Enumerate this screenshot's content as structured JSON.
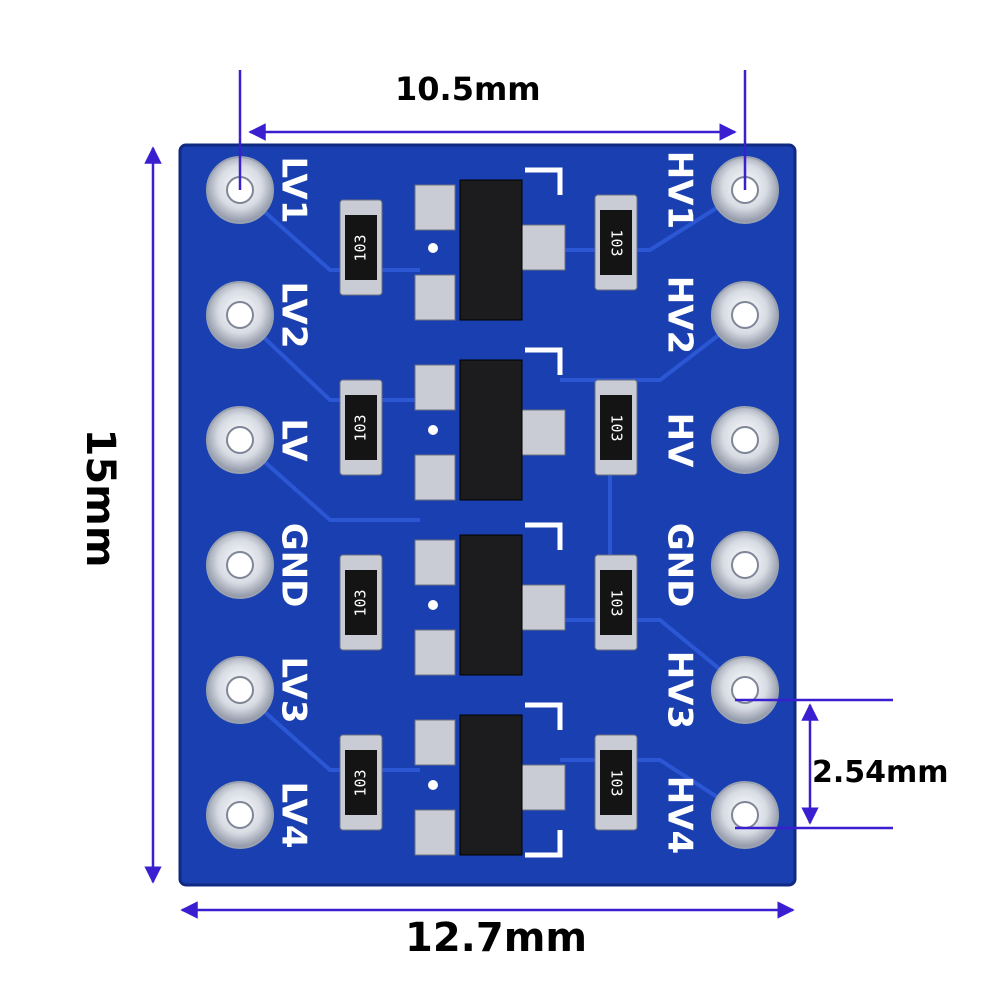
{
  "dimensions": {
    "top_width": "10.5mm",
    "bottom_width": "12.7mm",
    "height": "15mm",
    "pin_pitch": "2.54mm"
  },
  "board": {
    "color": "#1a3fb0",
    "dimension_line_color": "#3a1fd0",
    "left_pins": [
      "LV1",
      "LV2",
      "LV",
      "GND",
      "LV3",
      "LV4"
    ],
    "right_pins": [
      "HV1",
      "HV2",
      "HV",
      "GND",
      "HV3",
      "HV4"
    ],
    "resistor_marking": "103"
  }
}
